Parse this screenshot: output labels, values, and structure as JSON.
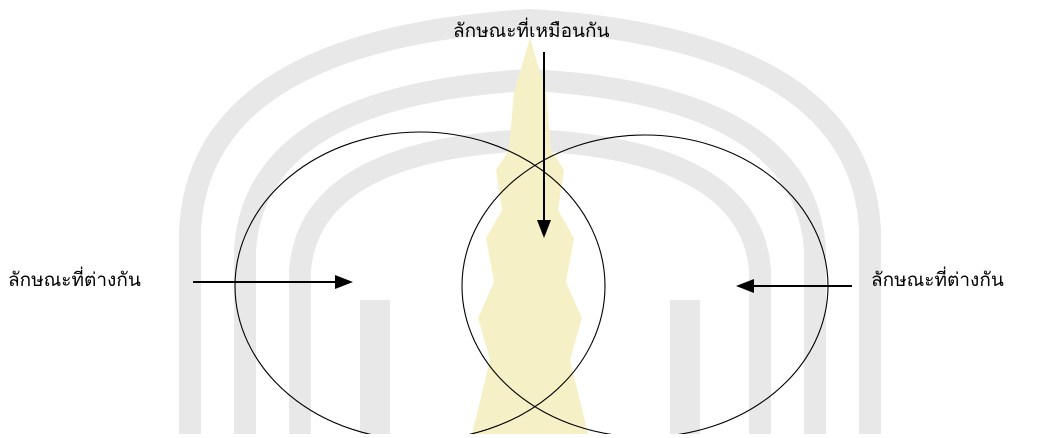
{
  "diagram": {
    "similar_label": "ลักษณะที่เหมือนกัน",
    "left_different_label": "ลักษณะที่ต่างกัน",
    "right_different_label": "ลักษณะที่ต่างกัน"
  },
  "colors": {
    "line": "#000000",
    "watermark_gray": "#e6e6e6",
    "watermark_gold": "#f3ecb0"
  },
  "icons": {
    "watermark": "university-seal-watermark-icon"
  }
}
